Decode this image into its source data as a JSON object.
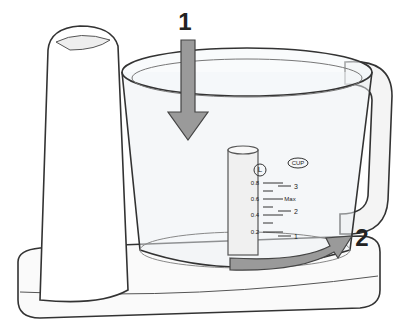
{
  "diagram": {
    "labels": [
      "1",
      "2",
      "L",
      "CUP",
      "0.8",
      "0.6",
      "0.4",
      "0.2",
      "3",
      "Max",
      "2",
      "1"
    ]
  }
}
